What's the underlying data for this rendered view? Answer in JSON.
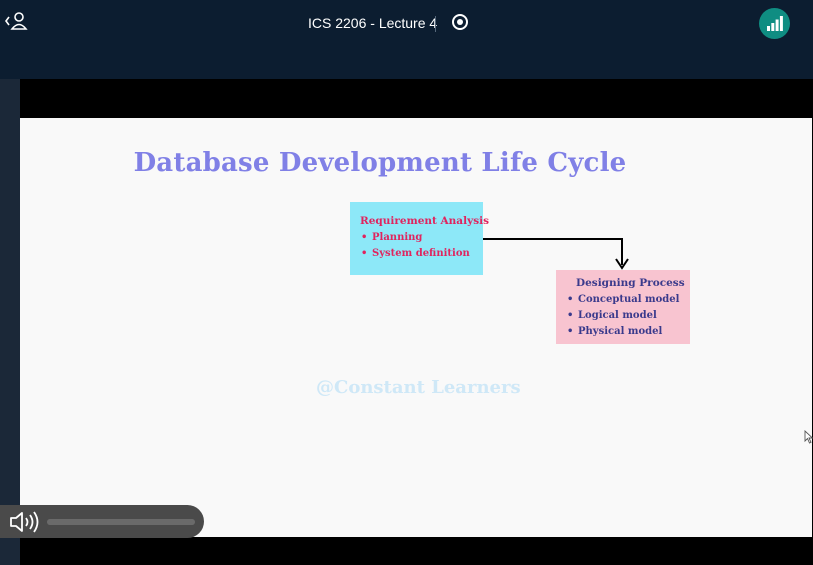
{
  "header": {
    "title": "ICS 2206 - Lecture 4",
    "back_icon": "back-person-icon",
    "record_icon": "record-icon",
    "signal_icon": "signal-bars-icon"
  },
  "slide": {
    "title": "Database Development Life Cycle",
    "requirement_box": {
      "heading": "Requirement Analysis",
      "items": [
        "Planning",
        "System definition"
      ],
      "color": "#8de8f8"
    },
    "design_box": {
      "heading": "Designing Process",
      "items": [
        "Conceptual model",
        "Logical model",
        "Physical model"
      ],
      "color": "#f8c4d0"
    },
    "watermark": "@Constant Learners"
  },
  "player": {
    "volume_icon": "speaker-icon",
    "volume_level": 1.0
  },
  "colors": {
    "accent": "#0f8d82",
    "topbar": "#0c1d30",
    "title": "#8080e6"
  }
}
